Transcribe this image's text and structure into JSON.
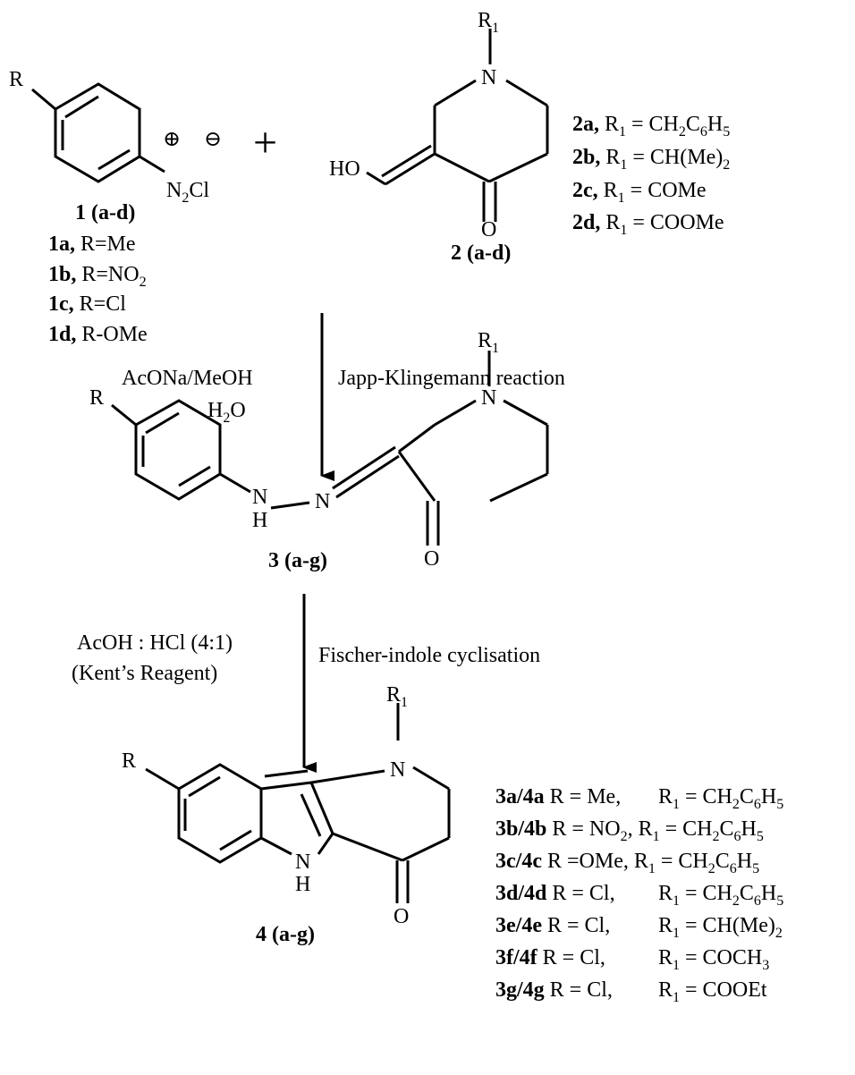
{
  "compound1": {
    "r_label": "R",
    "charge_plus": "⊕",
    "charge_minus": "⊖",
    "n2cl": "N2Cl",
    "id": "1 (a-d)",
    "variants": [
      {
        "id": "1a,",
        "text": "R=Me"
      },
      {
        "id": "1b,",
        "text": "R=NO2"
      },
      {
        "id": "1c,",
        "text": "R=Cl"
      },
      {
        "id": "1d,",
        "text": "R-OMe"
      }
    ]
  },
  "plus_sign": "+",
  "compound2": {
    "r1_label": "R1",
    "n_label": "N",
    "ho_label": "HO",
    "o_label": "O",
    "id": "2 (a-d)",
    "variants": [
      {
        "id": "2a,",
        "text": "R1 = CH2C6H5"
      },
      {
        "id": "2b,",
        "text": "R1 = CH(Me)2"
      },
      {
        "id": "2c,",
        "text": "R1 = COMe"
      },
      {
        "id": "2d,",
        "text": "R1 = COOMe"
      }
    ]
  },
  "step1": {
    "reagent_line1": "AcONa/MeOH",
    "reagent_line2": "H2O",
    "name": "Japp-Klingemann reaction"
  },
  "compound3": {
    "r_label": "R",
    "r1_label": "R1",
    "n_ring": "N",
    "nh_n": "N",
    "nh_h": "H",
    "n_imine": "N",
    "o_label": "O",
    "id": "3 (a-g)"
  },
  "step2": {
    "reagent_line1": "AcOH : HCl (4:1)",
    "reagent_line2": "(Kent’s Reagent)",
    "name": "Fischer-indole cyclisation"
  },
  "compound4": {
    "r_label": "R",
    "r1_label": "R1",
    "n_ring": "N",
    "nh_n": "N",
    "nh_h": "H",
    "o_label": "O",
    "id": "4 (a-g)",
    "variants": [
      {
        "id": "3a/4a",
        "r": "R = Me,",
        "r1": "R1 = CH2C6H5"
      },
      {
        "id": "3b/4b",
        "r": "R = NO2,",
        "r1": "R1 = CH2C6H5"
      },
      {
        "id": "3c/4c",
        "r": "R =OMe,",
        "r1": "R1 = CH2C6H5"
      },
      {
        "id": "3d/4d",
        "r": "R = Cl,",
        "r1": "R1 = CH2C6H5"
      },
      {
        "id": "3e/4e",
        "r": "R = Cl,",
        "r1": "R1 = CH(Me)2"
      },
      {
        "id": "3f/4f",
        "r": "R = Cl,",
        "r1": "R1 = COCH3"
      },
      {
        "id": "3g/4g",
        "r": "R = Cl,",
        "r1": "R1 = COOEt"
      }
    ]
  }
}
